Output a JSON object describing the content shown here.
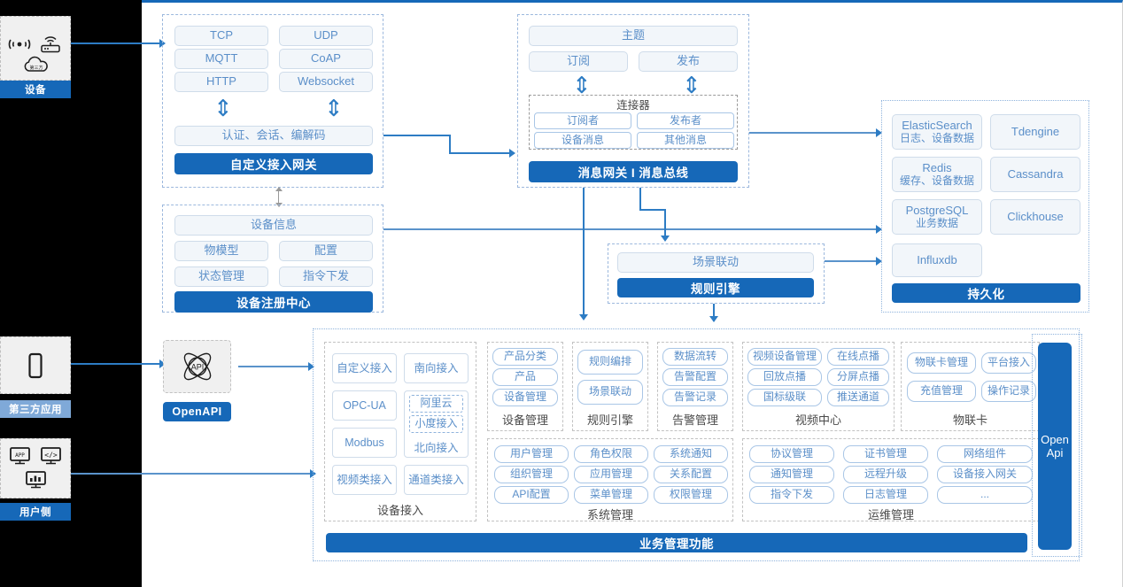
{
  "rail": {
    "device": {
      "label": "设备",
      "icons": [
        "wifi-signal-icon",
        "router-icon",
        "cloud-icon"
      ]
    },
    "third_party": {
      "label": "第三方应用",
      "icons": [
        "mobile-phone-icon"
      ]
    },
    "user_side": {
      "label": "用户侧",
      "icons": [
        "app-monitor-icon",
        "code-monitor-icon",
        "dashboard-monitor-icon"
      ]
    }
  },
  "gateway": {
    "protocols": [
      "TCP",
      "UDP",
      "MQTT",
      "CoAP",
      "HTTP",
      "Websocket"
    ],
    "middle": "认证、会话、编解码",
    "title": "自定义接入网关"
  },
  "message_bus": {
    "topic": "主题",
    "subscribe": "订阅",
    "publish": "发布",
    "connector_title": "连接器",
    "connector_items": [
      "订阅者",
      "发布者",
      "设备消息",
      "其他消息"
    ],
    "title": "消息网关 I 消息总线"
  },
  "registry": {
    "info": "设备信息",
    "items": [
      "物模型",
      "配置",
      "状态管理",
      "指令下发"
    ],
    "title": "设备注册中心"
  },
  "rule_engine": {
    "scene": "场景联动",
    "title": "规则引擎"
  },
  "persistence": {
    "items": [
      {
        "name": "ElasticSearch",
        "sub": "日志、设备数据"
      },
      {
        "name": "Tdengine",
        "sub": ""
      },
      {
        "name": "Redis",
        "sub": "缓存、设备数据"
      },
      {
        "name": "Cassandra",
        "sub": ""
      },
      {
        "name": "PostgreSQL",
        "sub": "业务数据"
      },
      {
        "name": "Clickhouse",
        "sub": ""
      },
      {
        "name": "Influxdb",
        "sub": ""
      }
    ],
    "title": "持久化"
  },
  "openapi": {
    "icon": "api-atom-icon",
    "label": "OpenAPI"
  },
  "open_api_bar": {
    "line1": "Open",
    "line2": "Api"
  },
  "business": {
    "title": "业务管理功能",
    "device_access": {
      "label": "设备接入",
      "items": [
        "自定义接入",
        "南向接入",
        "OPC-UA",
        "Modbus",
        "视频类接入",
        "通道类接入"
      ],
      "northbound": {
        "label": "北向接入",
        "nested": [
          "阿里云",
          "小度接入"
        ]
      }
    },
    "device_manage": {
      "label": "设备管理",
      "items": [
        "产品分类",
        "产品",
        "设备管理"
      ]
    },
    "rule_engine": {
      "label": "规则引擎",
      "items": [
        "规则编排",
        "场景联动"
      ]
    },
    "alarm": {
      "label": "告警管理",
      "items": [
        "数据流转",
        "告警配置",
        "告警记录"
      ]
    },
    "video": {
      "label": "视频中心",
      "items": [
        "视频设备管理",
        "在线点播",
        "回放点播",
        "分屏点播",
        "国标级联",
        "推送通道"
      ]
    },
    "iot_card": {
      "label": "物联卡",
      "items": [
        "物联卡管理",
        "平台接入",
        "充值管理",
        "操作记录"
      ]
    },
    "system": {
      "label": "系统管理",
      "items": [
        "用户管理",
        "角色权限",
        "系统通知",
        "组织管理",
        "应用管理",
        "关系配置",
        "API配置",
        "菜单管理",
        "权限管理"
      ]
    },
    "ops": {
      "label": "运维管理",
      "items": [
        "协议管理",
        "证书管理",
        "网络组件",
        "通知管理",
        "远程升级",
        "设备接入网关",
        "指令下发",
        "日志管理",
        "..."
      ]
    }
  },
  "colors": {
    "accent": "#1668b8",
    "chip_text": "#5b8fc9",
    "chip_bg": "#f2f6fa",
    "chip_border": "#cfdcea",
    "dash": "#9cb8dd",
    "line": "#2d7cc4"
  }
}
